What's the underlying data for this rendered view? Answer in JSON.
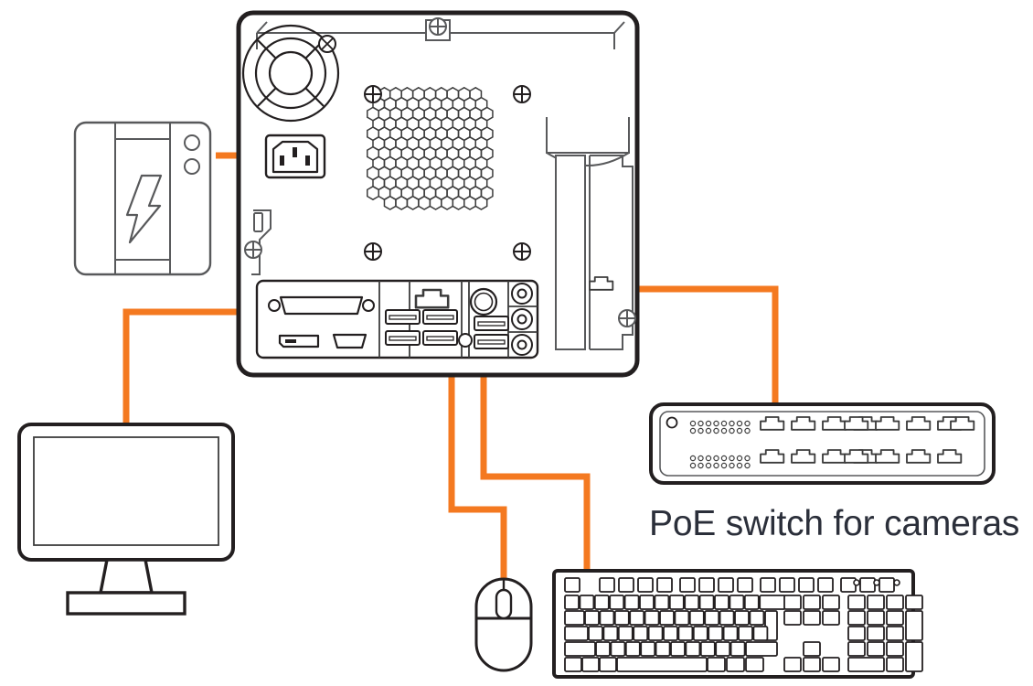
{
  "diagram": {
    "title": "PC rear panel peripheral connection diagram",
    "background": "#ffffff",
    "colors": {
      "cable": "#f47920",
      "outline_dark": "#231f20",
      "outline_mid": "#3c3c3c",
      "outline_light": "#58595b",
      "label_text": "#2b2f3a",
      "white": "#ffffff"
    }
  },
  "labels": {
    "poe_switch": "PoE switch for cameras"
  },
  "devices": {
    "ups": {
      "name": "ups-power-supply",
      "icon": "lightning-bolt-icon",
      "indicator_count": 2
    },
    "pc": {
      "name": "desktop-pc-rear-panel",
      "fan_vent": "fan-grille",
      "honeycomb_vent": "honeycomb-vent",
      "power_inlet": "c14-power-inlet",
      "screws": 6
    },
    "monitor": {
      "name": "monitor",
      "has_stand": true
    },
    "mouse": {
      "name": "mouse",
      "buttons": 2,
      "has_scroll_wheel": true
    },
    "keyboard": {
      "name": "keyboard",
      "layout": "full-size",
      "led_count": 3
    },
    "switch": {
      "name": "poe-network-switch",
      "ports_top_row": 8,
      "ports_bottom_row": 8,
      "uplink_ports": 1,
      "led_rows": 2,
      "led_columns": 8,
      "power_indicator": 1
    }
  },
  "ports": {
    "displayport": "displayport-port",
    "vga": "vga-port",
    "hdmi": "hdmi-port",
    "usb": "usb-port",
    "rj45_onboard": "rj45-ethernet-port",
    "rj45_card": "rj45-expansion-card-port",
    "ps2": "ps2-port",
    "audio_jacks": 3
  },
  "cables": [
    {
      "name": "power-cable-ups-to-pc",
      "from": "ups",
      "to": "pc-power-inlet"
    },
    {
      "name": "video-cable-pc-to-monitor",
      "from": "pc-video-port",
      "to": "monitor"
    },
    {
      "name": "usb-cable-pc-to-mouse",
      "from": "pc-usb-port",
      "to": "mouse"
    },
    {
      "name": "usb-cable-pc-to-keyboard",
      "from": "pc-usb-port",
      "to": "keyboard"
    },
    {
      "name": "network-cable-pc-to-switch",
      "from": "pc-rj45-card",
      "to": "poe-switch"
    }
  ]
}
